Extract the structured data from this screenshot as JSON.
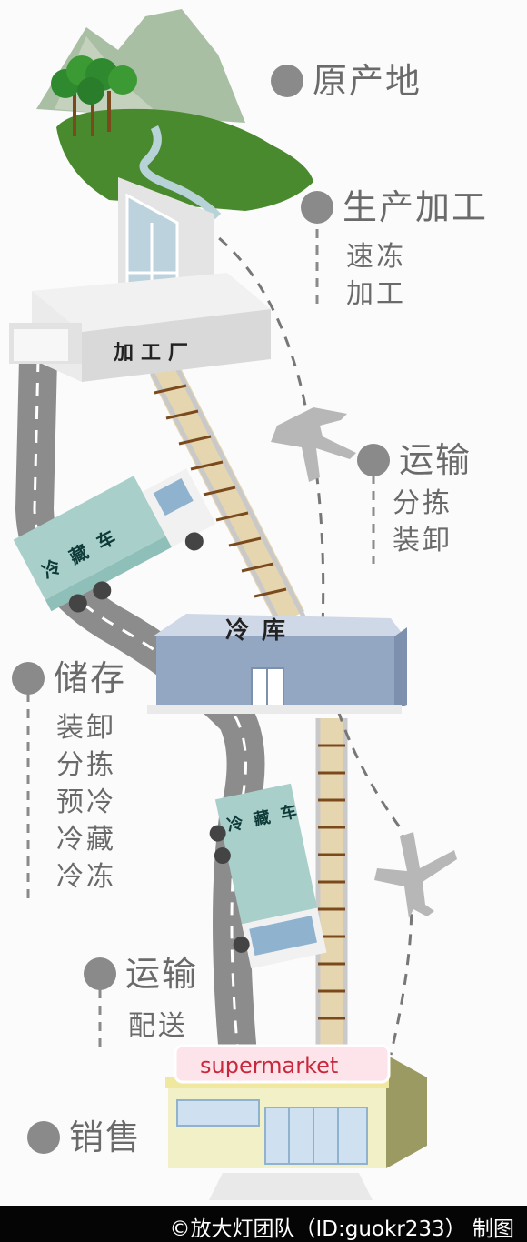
{
  "stages": [
    {
      "title": "原产地",
      "items": []
    },
    {
      "title": "生产加工",
      "items": [
        "速冻",
        "加工"
      ]
    },
    {
      "title": "运输",
      "items": [
        "分拣",
        "装卸"
      ]
    },
    {
      "title": "储存",
      "items": [
        "装卸",
        "分拣",
        "预冷",
        "冷藏",
        "冷冻"
      ]
    },
    {
      "title": "运输",
      "items": [
        "配送"
      ]
    },
    {
      "title": "销售",
      "items": []
    }
  ],
  "labels": {
    "factory": "加工厂",
    "warehouse": "冷库",
    "truck1": "冷藏车",
    "truck2": "冷藏车",
    "store": "supermarket"
  },
  "footer": "©放大灯团队（ID:guokr233） 制图",
  "colors": {
    "accent_gray": "#8a8a8a",
    "grass": "#4a8a2e",
    "mountain": "#a9bfa3",
    "truck": "#a9cfcb",
    "warehouse": "#94a7c2",
    "store_sign": "#c8283c"
  }
}
